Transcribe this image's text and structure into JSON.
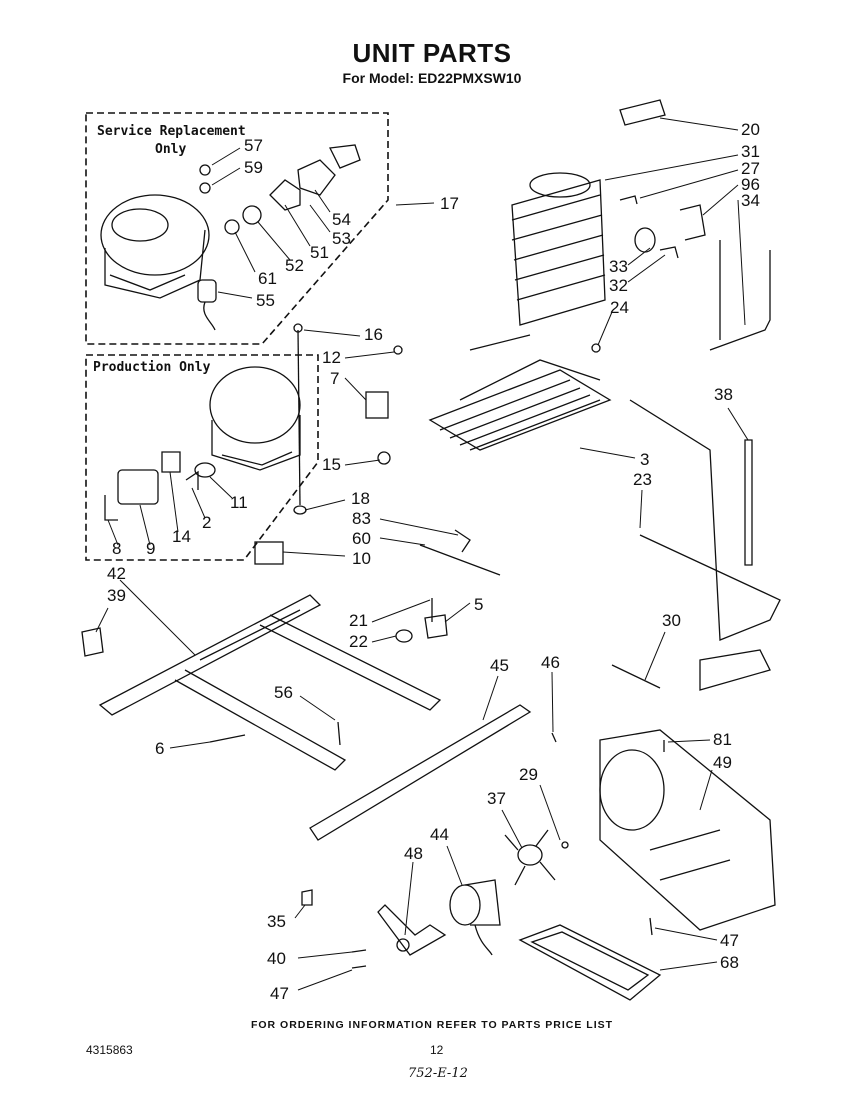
{
  "header": {
    "title": "UNIT PARTS",
    "model": "For Model: ED22PMXSW10"
  },
  "boxes": {
    "service_replacement": {
      "line1": "Service Replacement",
      "line2": "Only"
    },
    "production_only": "Production Only"
  },
  "callouts": {
    "p20": "20",
    "p31": "31",
    "p27": "27",
    "p96": "96",
    "p34": "34",
    "p17": "17",
    "p57": "57",
    "p59": "59",
    "p54": "54",
    "p53": "53",
    "p51": "51",
    "p52": "52",
    "p61": "61",
    "p55": "55",
    "p16": "16",
    "p12": "12",
    "p7": "7",
    "p15": "15",
    "p11": "11",
    "p2": "2",
    "p14": "14",
    "p9": "9",
    "p8": "8",
    "p18": "18",
    "p33": "33",
    "p32": "32",
    "p24": "24",
    "p3": "3",
    "p23": "23",
    "p38": "38",
    "p83": "83",
    "p60": "60",
    "p10": "10",
    "p42": "42",
    "p39": "39",
    "p21": "21",
    "p5": "5",
    "p22": "22",
    "p30": "30",
    "p45": "45",
    "p46": "46",
    "p56": "56",
    "p6": "6",
    "p81": "81",
    "p49": "49",
    "p29": "29",
    "p37": "37",
    "p44": "44",
    "p48": "48",
    "p35": "35",
    "p40": "40",
    "p47a": "47",
    "p47b": "47",
    "p68": "68"
  },
  "footer": {
    "ordering": "FOR ORDERING INFORMATION REFER TO PARTS PRICE LIST",
    "doc_number": "4315863",
    "page": "12",
    "handwritten": "752-E-12"
  }
}
